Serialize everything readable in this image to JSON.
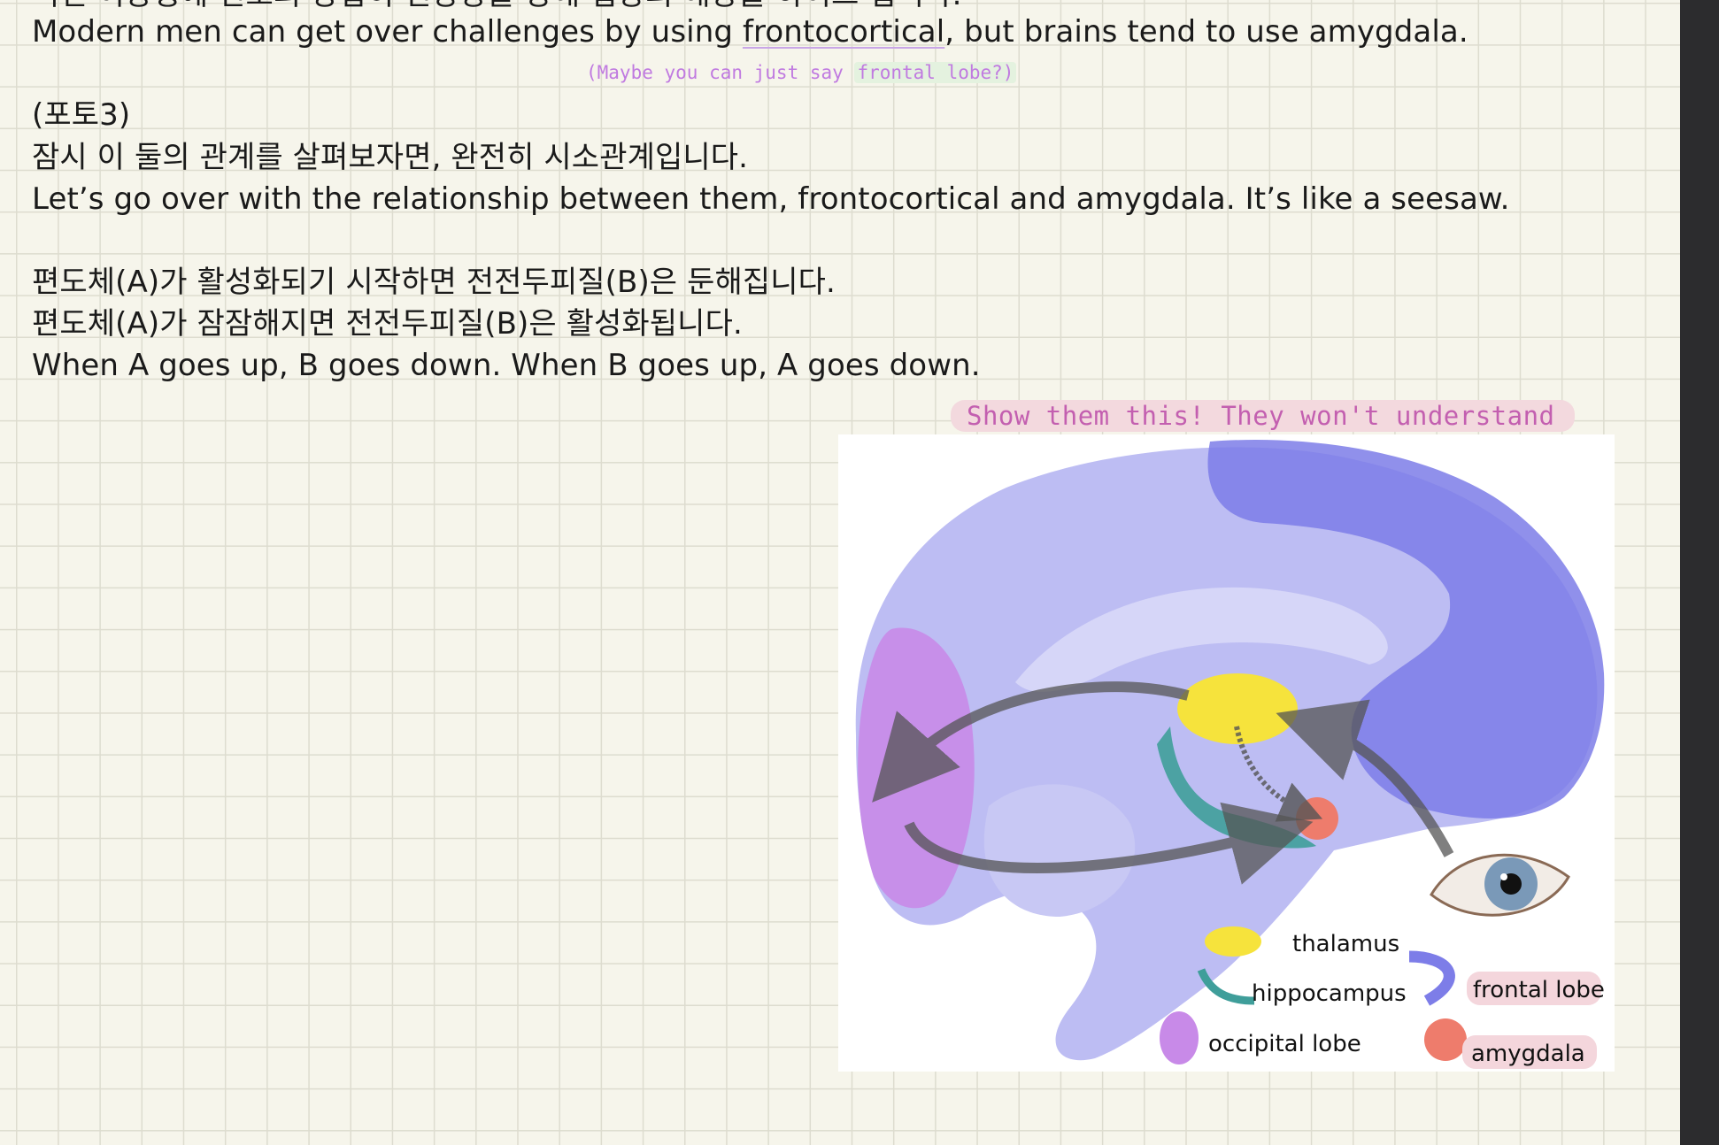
{
  "lines": {
    "top_cut": "미인 이상형에 현호의 양립히 현양상을 양해 입장의 해상을 하이그 입니다.",
    "l1_before": "Modern men can get over challenges by using ",
    "l1_underlined": "frontocortical",
    "l1_after": ", but brains tend to use amygdala.",
    "l2": "(포토3)",
    "l3": "잠시 이 둘의 관계를 살펴보자면, 완전히 시소관계입니다.",
    "l4": "Let’s go over with the relationship between them, frontocortical and amygdala. It’s like a seesaw.",
    "l5": "편도체(A)가 활성화되기 시작하면 전전두피질(B)은 둔해집니다.",
    "l6": "편도체(A)가 잠잠해지면 전전두피질(B)은 활성화됩니다.",
    "l7": "When A goes up, B goes down. When B goes up, A goes down."
  },
  "notes": {
    "small_before": "(Maybe you can just say ",
    "small_highlight": "frontal lobe?)",
    "pink": "Show them this! They won't understand"
  },
  "legend": {
    "thalamus": "thalamus",
    "hippocampus": "hippocampus",
    "occipital_lobe": "occipital lobe",
    "frontal_lobe": "frontal lobe",
    "amygdala": "amygdala"
  },
  "colors": {
    "brain": "#b9b9f2",
    "frontal_lobe": "#7d7de8",
    "occipital_lobe": "#c88ae8",
    "thalamus": "#f6e33c",
    "hippocampus": "#3f9e9a",
    "amygdala": "#ee7c6c",
    "highlight_pink": "#f3d9de",
    "note_purple": "#c07ae0"
  }
}
